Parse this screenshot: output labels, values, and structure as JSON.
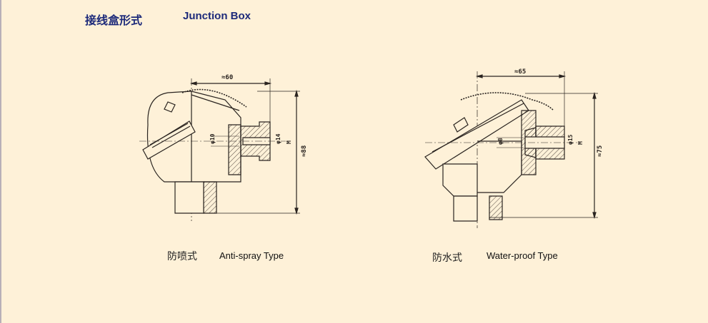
{
  "header": {
    "title_cn": "接线盒形式",
    "title_en": "Junction Box"
  },
  "colors": {
    "background": "#fef1d8",
    "title": "#1d2a7a",
    "line": "#2a2420",
    "left_border": "#b8b0b8"
  },
  "drawings": [
    {
      "name": "anti-spray",
      "caption_cn": "防喷式",
      "caption_en": "Anti-spray Type",
      "dims": {
        "width": "≈60",
        "height": "≈88",
        "bore": "φ10",
        "thread_dia": "φ14",
        "thread": "M"
      }
    },
    {
      "name": "water-proof",
      "caption_cn": "防水式",
      "caption_en": "Water-proof Type",
      "dims": {
        "width": "≈65",
        "height": "≈75",
        "bore": "φ8",
        "thread_dia": "φ15",
        "thread": "M"
      }
    }
  ]
}
